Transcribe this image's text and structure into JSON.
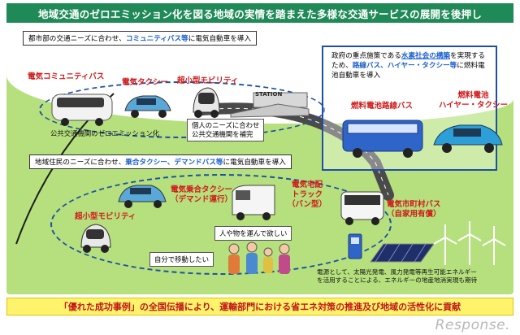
{
  "title": "地域交通のゼロエミッション化を図る地域の実情を踏まえた多様な交通サービスの展開を後押し",
  "urban": {
    "note_pre": "都市部の交通ニーズに合わせ、",
    "note_hl": "コミュニティバス等",
    "note_post": "に電気自動車を導入",
    "label_bus": "電気コミュニティバス",
    "label_taxi": "電気タクシー",
    "label_mobility": "超小型モビリティ",
    "caption_zero": "公共交通機関のゼロエミッション化",
    "callout_line1": "個人のニーズに合わせ",
    "callout_line2": "公共交通機関を補完",
    "station": "STATION"
  },
  "hydrogen": {
    "text_pre": "政府の重点施策である",
    "text_ul": "水素社会の構築",
    "text_mid": "を実現するため、",
    "text_hl1": "路線バス、ハイヤー・タクシー等",
    "text_post": "に燃料電池自動車を導入",
    "label_bus": "燃料電池路線バス",
    "label_car_line1": "燃料電池",
    "label_car_line2": "ハイヤー・タクシー"
  },
  "rural": {
    "note_pre": "地域住民のニーズに合わせ、",
    "note_hl": "乗合タクシー、デマンドバス等",
    "note_post": "に電気自動車を導入",
    "label_shared_taxi_1": "電気乗合タクシー",
    "label_shared_taxi_2": "（デマンド運行）",
    "label_truck_1": "電気宅配",
    "label_truck_2": "トラック",
    "label_truck_3": "（バン型）",
    "label_mobility": "超小型モビリティ",
    "label_town_bus_1": "電気市町村バス",
    "label_town_bus_2": "（自家用有償）",
    "callout_goods": "人や物を運んで欲しい",
    "callout_self": "自分で移動したい",
    "energy_line1": "電源として、太陽光発電、風力発電等再生可能エネルギー",
    "energy_line2": "を活用することによる、エネルギーの地産地消実現も期待"
  },
  "bottom_banner": "「優れた成功事例」の全国伝播により、運輸部門における省エネ対策の推進及び地域の活性化に貢献",
  "watermark": "Response.",
  "colors": {
    "title_bg": "#1f8a57",
    "panel_green": "#b5e07d",
    "accent_red": "#d01a1a",
    "accent_blue": "#1a5fd1",
    "banner_yellow": "#fff36b"
  }
}
